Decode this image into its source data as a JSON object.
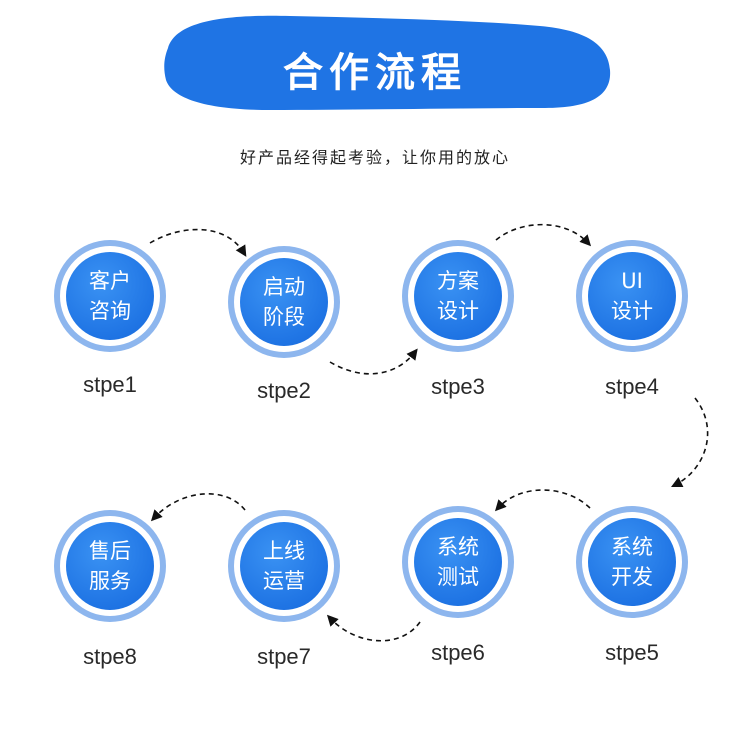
{
  "header": {
    "title": "合作流程",
    "subtitle": "好产品经得起考验，让你用的放心"
  },
  "colors": {
    "primary": "#1f74e4",
    "ring": "#8db6ee",
    "text": "#2a2a2a"
  },
  "steps": [
    {
      "line1": "客户",
      "line2": "咨询",
      "label": "stpe1"
    },
    {
      "line1": "启动",
      "line2": "阶段",
      "label": "stpe2"
    },
    {
      "line1": "方案",
      "line2": "设计",
      "label": "stpe3"
    },
    {
      "line1": "UI",
      "line2": "设计",
      "label": "stpe4"
    },
    {
      "line1": "系统",
      "line2": "开发",
      "label": "stpe5"
    },
    {
      "line1": "系统",
      "line2": "测试",
      "label": "stpe6"
    },
    {
      "line1": "上线",
      "line2": "运营",
      "label": "stpe7"
    },
    {
      "line1": "售后",
      "line2": "服务",
      "label": "stpe8"
    }
  ]
}
